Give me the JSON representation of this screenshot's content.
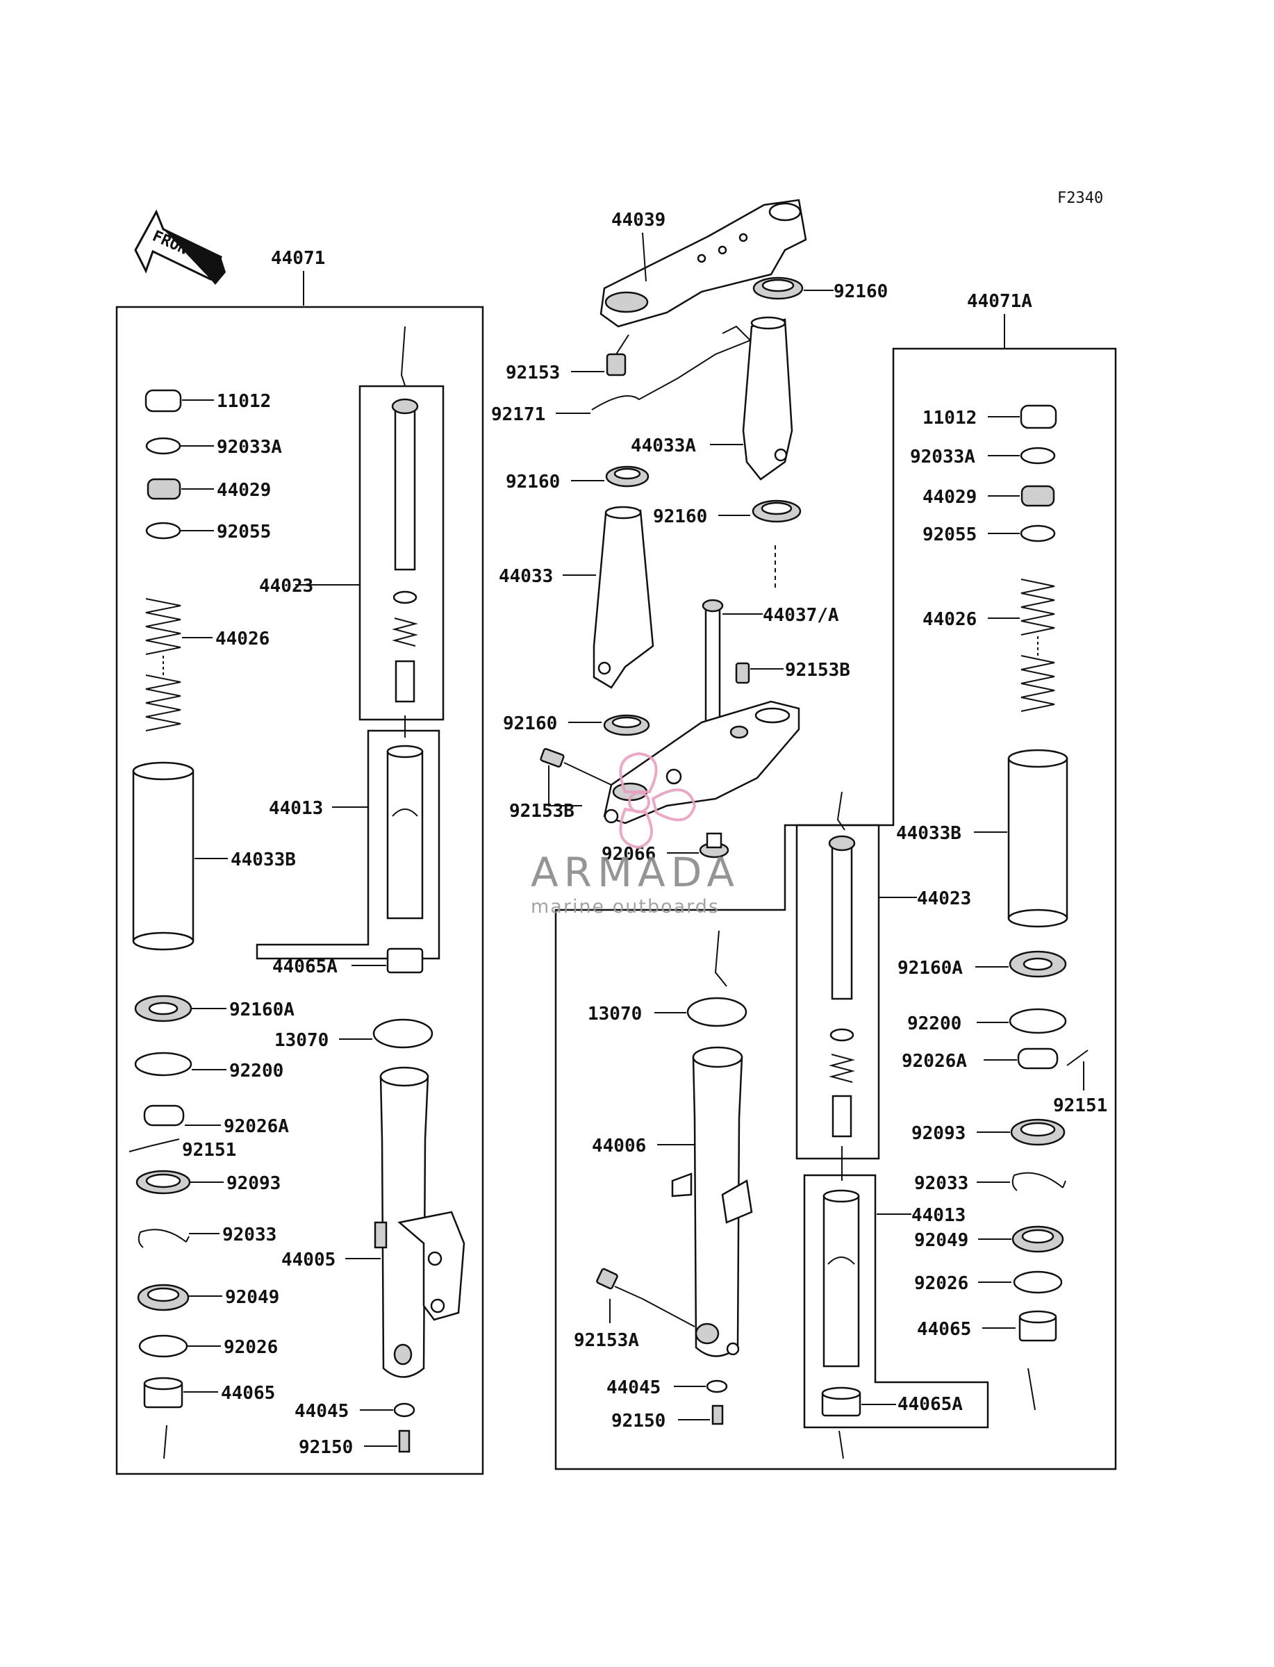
{
  "figure_code": "F2340",
  "front_label": "FRONT",
  "watermark": {
    "brand": "ARMADA",
    "tagline": "marine outboards",
    "logo_color": "#e8a0c0"
  },
  "left_assembly": {
    "group": "44071",
    "parts": {
      "cap": "11012",
      "oring_a": "92033A",
      "plug": "44029",
      "oring": "92055",
      "spring": "44026",
      "outer_tube": "44033B",
      "damper_rod": "44023",
      "piston_pipe": "44013",
      "guide_a": "44065A",
      "bush_a": "92160A",
      "ring_13070": "13070",
      "washer": "92200",
      "clamp_a": "92026A",
      "screw_92151": "92151",
      "oil_seal": "92093",
      "snap_ring": "92033",
      "dust_seal": "92049",
      "washer_92026": "92026",
      "bottom_case": "44005",
      "guide": "44065",
      "gasket": "44045",
      "bolt_92150": "92150"
    }
  },
  "center_assembly": {
    "parts": {
      "upper_bracket": "44039",
      "bushing_top": "92160",
      "bolt_top": "92153",
      "clamp_wire": "92171",
      "cover_a": "44033A",
      "bushing_left": "92160",
      "bushing_right": "92160",
      "cover": "44033",
      "stem": "44037/A",
      "bolt_b_top": "92153B",
      "bushing_low": "92160",
      "bolt_b_low": "92153B",
      "plug_low": "92066"
    }
  },
  "bottom_assembly": {
    "parts": {
      "ring_13070": "13070",
      "bottom_case": "44006",
      "bolt_a": "92153A",
      "gasket": "44045",
      "bolt_92150": "92150"
    }
  },
  "right_assembly": {
    "group": "44071A",
    "parts": {
      "cap": "11012",
      "oring_a": "92033A",
      "plug": "44029",
      "oring": "92055",
      "spring": "44026",
      "outer_tube": "44033B",
      "damper_rod": "44023",
      "bush_a": "92160A",
      "washer": "92200",
      "clamp_a": "92026A",
      "screw_92151": "92151",
      "oil_seal": "92093",
      "snap_ring": "92033",
      "piston_pipe": "44013",
      "dust_seal": "92049",
      "washer_92026": "92026",
      "guide": "44065",
      "guide_a": "44065A"
    }
  }
}
